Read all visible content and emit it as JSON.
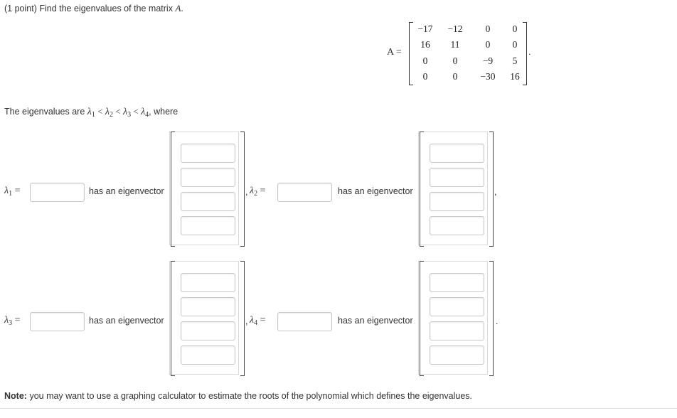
{
  "problem": {
    "points": "(1 point)",
    "prompt": "Find the eigenvalues of the matrix",
    "matrix_var": "A",
    "period": "."
  },
  "matrix": {
    "label": "A =",
    "rows": [
      [
        "−17",
        "−12",
        "0",
        "0"
      ],
      [
        "16",
        "11",
        "0",
        "0"
      ],
      [
        "0",
        "0",
        "−9",
        "5"
      ],
      [
        "0",
        "0",
        "−30",
        "16"
      ]
    ],
    "trailing": "."
  },
  "order_statement": {
    "prefix": "The eigenvalues are",
    "symbols": [
      "λ",
      "λ",
      "λ",
      "λ"
    ],
    "subscripts": [
      "1",
      "2",
      "3",
      "4"
    ],
    "lt": "<",
    "suffix": ", where"
  },
  "eigen": [
    {
      "lambda": "λ",
      "sub": "1",
      "eq": "=",
      "value": "",
      "text": "has an eigenvector",
      "vector": [
        "",
        "",
        "",
        ""
      ],
      "after": ","
    },
    {
      "lambda": "λ",
      "sub": "2",
      "eq": "=",
      "value": "",
      "text": "has an eigenvector",
      "vector": [
        "",
        "",
        "",
        ""
      ],
      "after": ","
    },
    {
      "lambda": "λ",
      "sub": "3",
      "eq": "=",
      "value": "",
      "text": "has an eigenvector",
      "vector": [
        "",
        "",
        "",
        ""
      ],
      "after": ","
    },
    {
      "lambda": "λ",
      "sub": "4",
      "eq": "=",
      "value": "",
      "text": "has an eigenvector",
      "vector": [
        "",
        "",
        "",
        ""
      ],
      "after": "."
    }
  ],
  "note": {
    "label": "Note:",
    "text": "you may want to use a graphing calculator to estimate the roots of the polynomial which defines the eigenvalues."
  }
}
